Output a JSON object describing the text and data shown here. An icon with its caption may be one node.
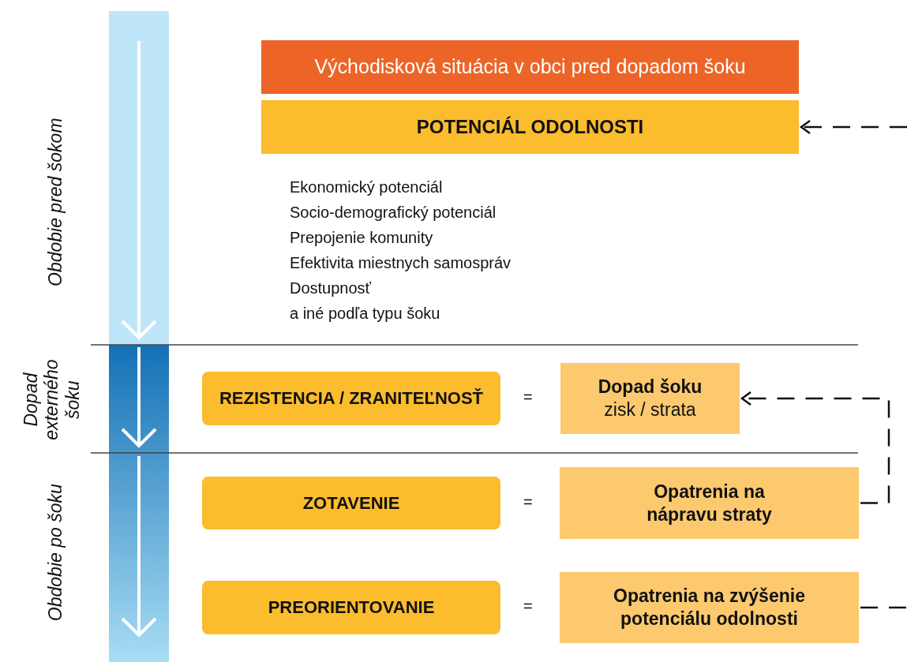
{
  "diagram": {
    "nodes": [
      {
        "text": [
          "Východisková situácia v obci pred dopadom šoku"
        ]
      },
      {
        "text": [
          "POTENCIÁL ODOLNOSTI"
        ]
      },
      {
        "text": [
          "REZISTENCIA / ZRANITEĽNOSŤ"
        ]
      },
      {
        "text": [
          "Dopad šoku",
          "zisk / strata"
        ]
      },
      {
        "text": [
          "ZOTAVENIE"
        ]
      },
      {
        "text": [
          "Opatrenia na nápravu straty"
        ]
      },
      {
        "text": [
          "PREORIENTOVANIE"
        ]
      },
      {
        "text": [
          "Opatrenia na zvýšenie potenciálu odolnosti"
        ]
      }
    ],
    "edges": [
      {
        "from": null,
        "to": 1,
        "arrow": "to",
        "style": "dashed"
      },
      {
        "from": 5,
        "to": 3,
        "arrow": "to",
        "style": "dashed"
      },
      {
        "from": 7,
        "to": null,
        "arrow": "none",
        "style": "dashed"
      }
    ],
    "labels": [
      "Obdobie pred šokom",
      "Ekonomický potenciál",
      "Socio-demografický potenciál",
      "Prepojenie komunity",
      "Efektivita miestnych samospráv",
      "Dostupnosť",
      "a iné podľa typu šoku",
      "Dopad externého šoku",
      "=",
      "Obdobie po šoku",
      "=",
      "="
    ]
  }
}
